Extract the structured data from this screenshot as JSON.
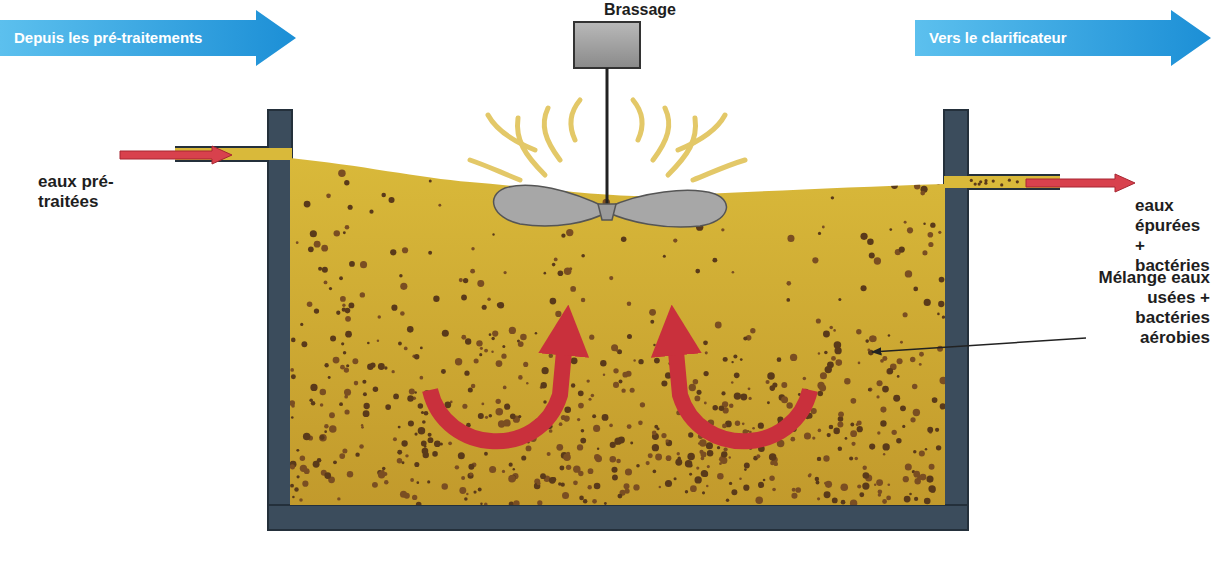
{
  "diagram": {
    "nodes": [
      {
        "text": [
          "Depuis les pré-traitements"
        ]
      },
      {
        "text": [
          "Vers le clarificateur"
        ]
      }
    ],
    "labels": [
      "Brassage",
      "eaux pré-traitées",
      "eaux épurées + bactéries",
      "Mélange eaux usées + bactéries aérobies"
    ]
  }
}
